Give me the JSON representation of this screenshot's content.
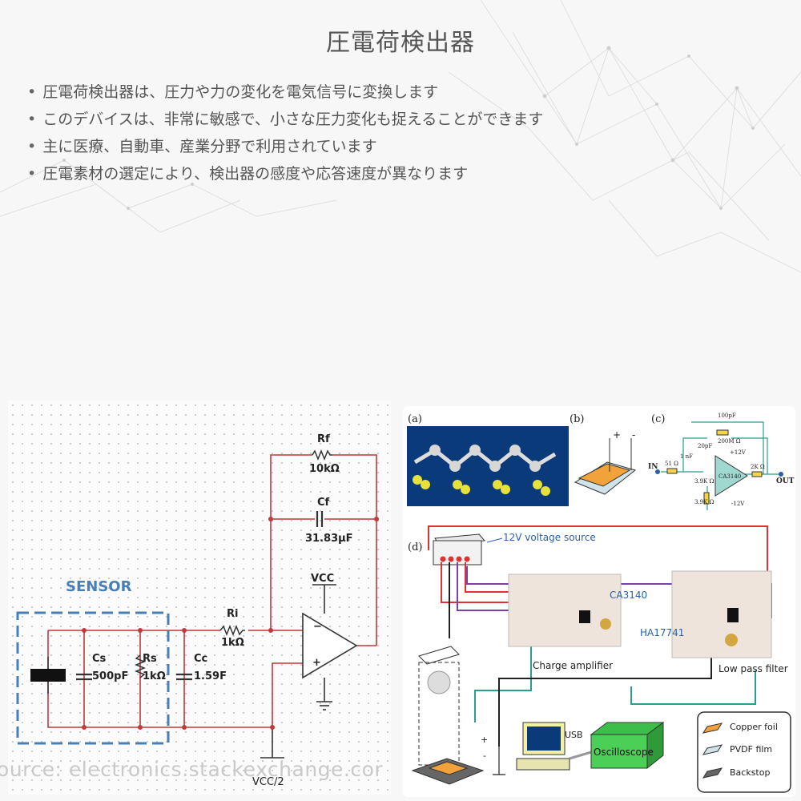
{
  "slide": {
    "title": "圧電荷検出器",
    "bullets": [
      "圧電荷検出器は、圧力や力の変化を電気信号に変換します",
      "このデバイスは、非常に敏感で、小さな圧力変化も捉えることができます",
      "主に医療、自動車、産業分野で利用されています",
      "圧電素材の選定により、検出器の感度や応答速度が異なります"
    ]
  },
  "left_figure": {
    "sensor_label": "SENSOR",
    "rf_name": "Rf",
    "rf_value": "10kΩ",
    "cf_name": "Cf",
    "cf_value": "31.83μF",
    "vcc": "VCC",
    "ri_name": "Ri",
    "ri_value": "1kΩ",
    "cs_name": "Cs",
    "cs_value": "500pF",
    "rs_name": "Rs",
    "rs_value": "1kΩ",
    "cc_name": "Cc",
    "cc_value": "1.59F",
    "vcc_half": "VCC/2",
    "opamp_minus": "−",
    "opamp_plus": "+",
    "source_credit": "ource: electronics.stackexchange.cor"
  },
  "right_figure": {
    "label_a": "(a)",
    "label_b": "(b)",
    "label_c": "(c)",
    "label_d": "(d)",
    "b_plus": "+",
    "b_minus": "-",
    "c_in": "IN",
    "c_out": "OUT",
    "c_r_in": "51 Ω",
    "c_c1": "1 nF",
    "c_c2": "20pF",
    "c_rf_cap": "100pF",
    "c_rf_res": "200M Ω",
    "c_r_fb": "3.9K Ω",
    "c_r_gnd": "3.9K Ω",
    "c_chip": "CA3140",
    "c_r_out": "2K Ω",
    "c_vpos": "+12V",
    "c_vneg": "-12V",
    "voltage_source": "12V voltage source",
    "chip1": "CA3140",
    "chip2": "HA17741",
    "board1": "Charge amplifier",
    "board2": "Low pass filter",
    "usb": "USB",
    "scope": "Oscilloscope",
    "probe_plus": "+",
    "probe_minus": "-",
    "legend": [
      "Copper foil",
      "PVDF film",
      "Backstop"
    ]
  }
}
